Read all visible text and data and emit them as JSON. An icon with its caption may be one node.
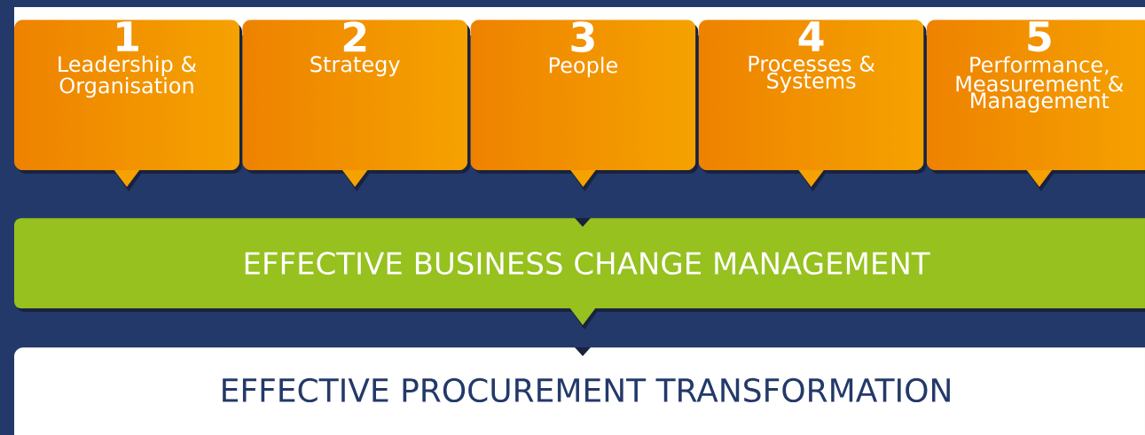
{
  "diagram": {
    "nodes": [
      {
        "text": [
          "1",
          "Leadership & Organisation"
        ]
      },
      {
        "text": [
          "2",
          "Strategy"
        ]
      },
      {
        "text": [
          "3",
          "People"
        ]
      },
      {
        "text": [
          "4",
          "Processes & Systems"
        ]
      },
      {
        "text": [
          "5",
          "Performance, Measurement & Management"
        ]
      },
      {
        "text": [
          "EFFECTIVE BUSINESS CHANGE MANAGEMENT"
        ]
      },
      {
        "text": [
          "EFFECTIVE PROCUREMENT TRANSFORMATION"
        ]
      }
    ]
  }
}
